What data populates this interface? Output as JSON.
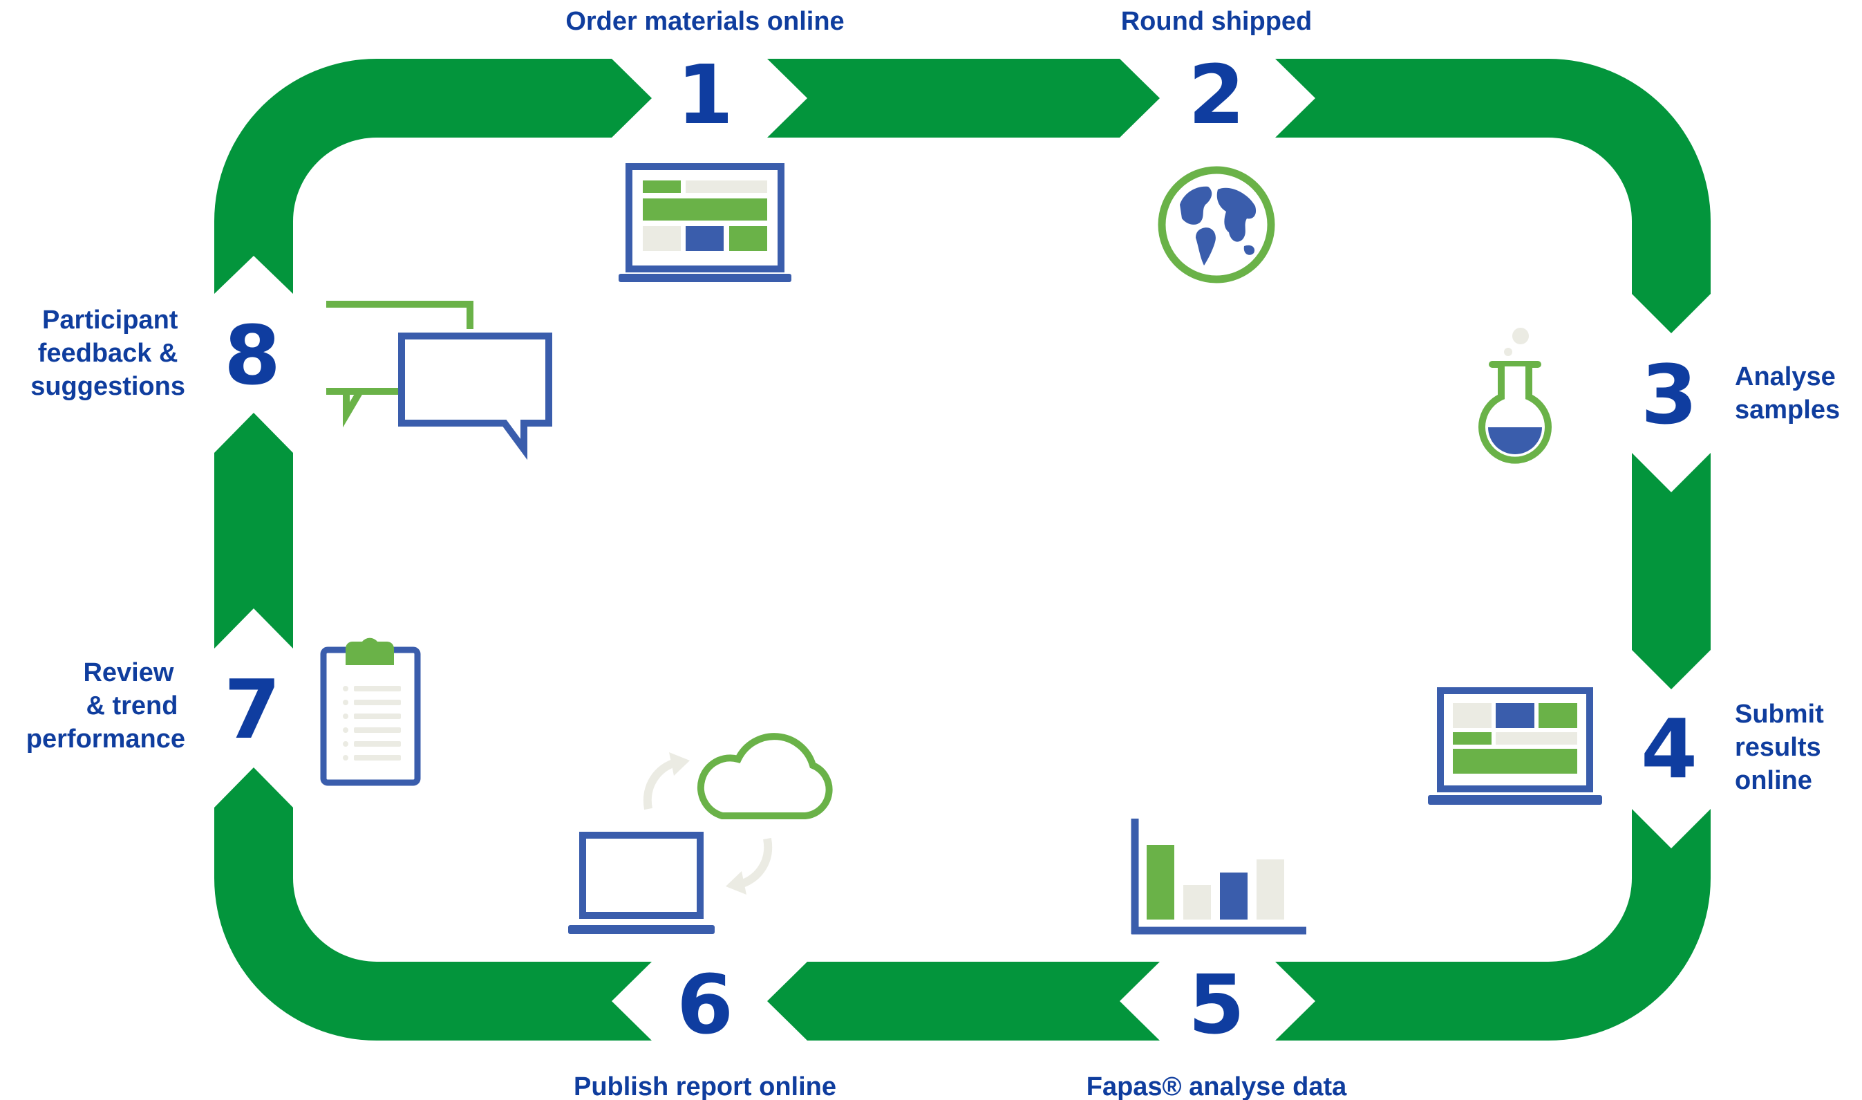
{
  "colors": {
    "arrow_green": "#03953c",
    "icon_green": "#6ab248",
    "icon_blue": "#3a5dac",
    "icon_grey": "#ebebe3",
    "text_blue": "#0f3d9e",
    "background": "#ffffff"
  },
  "steps": [
    {
      "number": "1",
      "label_lines": [
        "Order materials online"
      ],
      "icon": "laptop-dashboard-icon"
    },
    {
      "number": "2",
      "label_lines": [
        "Round shipped"
      ],
      "icon": "globe-icon"
    },
    {
      "number": "3",
      "label_lines": [
        "Analyse",
        "samples"
      ],
      "icon": "flask-icon"
    },
    {
      "number": "4",
      "label_lines": [
        "Submit",
        "results",
        "online"
      ],
      "icon": "laptop-results-icon"
    },
    {
      "number": "5",
      "label_lines": [
        "Fapas® analyse data"
      ],
      "icon": "bar-chart-icon"
    },
    {
      "number": "6",
      "label_lines": [
        "Publish report online"
      ],
      "icon": "laptop-cloud-sync-icon"
    },
    {
      "number": "7",
      "label_lines": [
        "Review",
        "& trend",
        "performance"
      ],
      "icon": "clipboard-icon"
    },
    {
      "number": "8",
      "label_lines": [
        "Participant",
        "feedback &",
        "suggestions"
      ],
      "icon": "speech-bubbles-icon"
    }
  ]
}
